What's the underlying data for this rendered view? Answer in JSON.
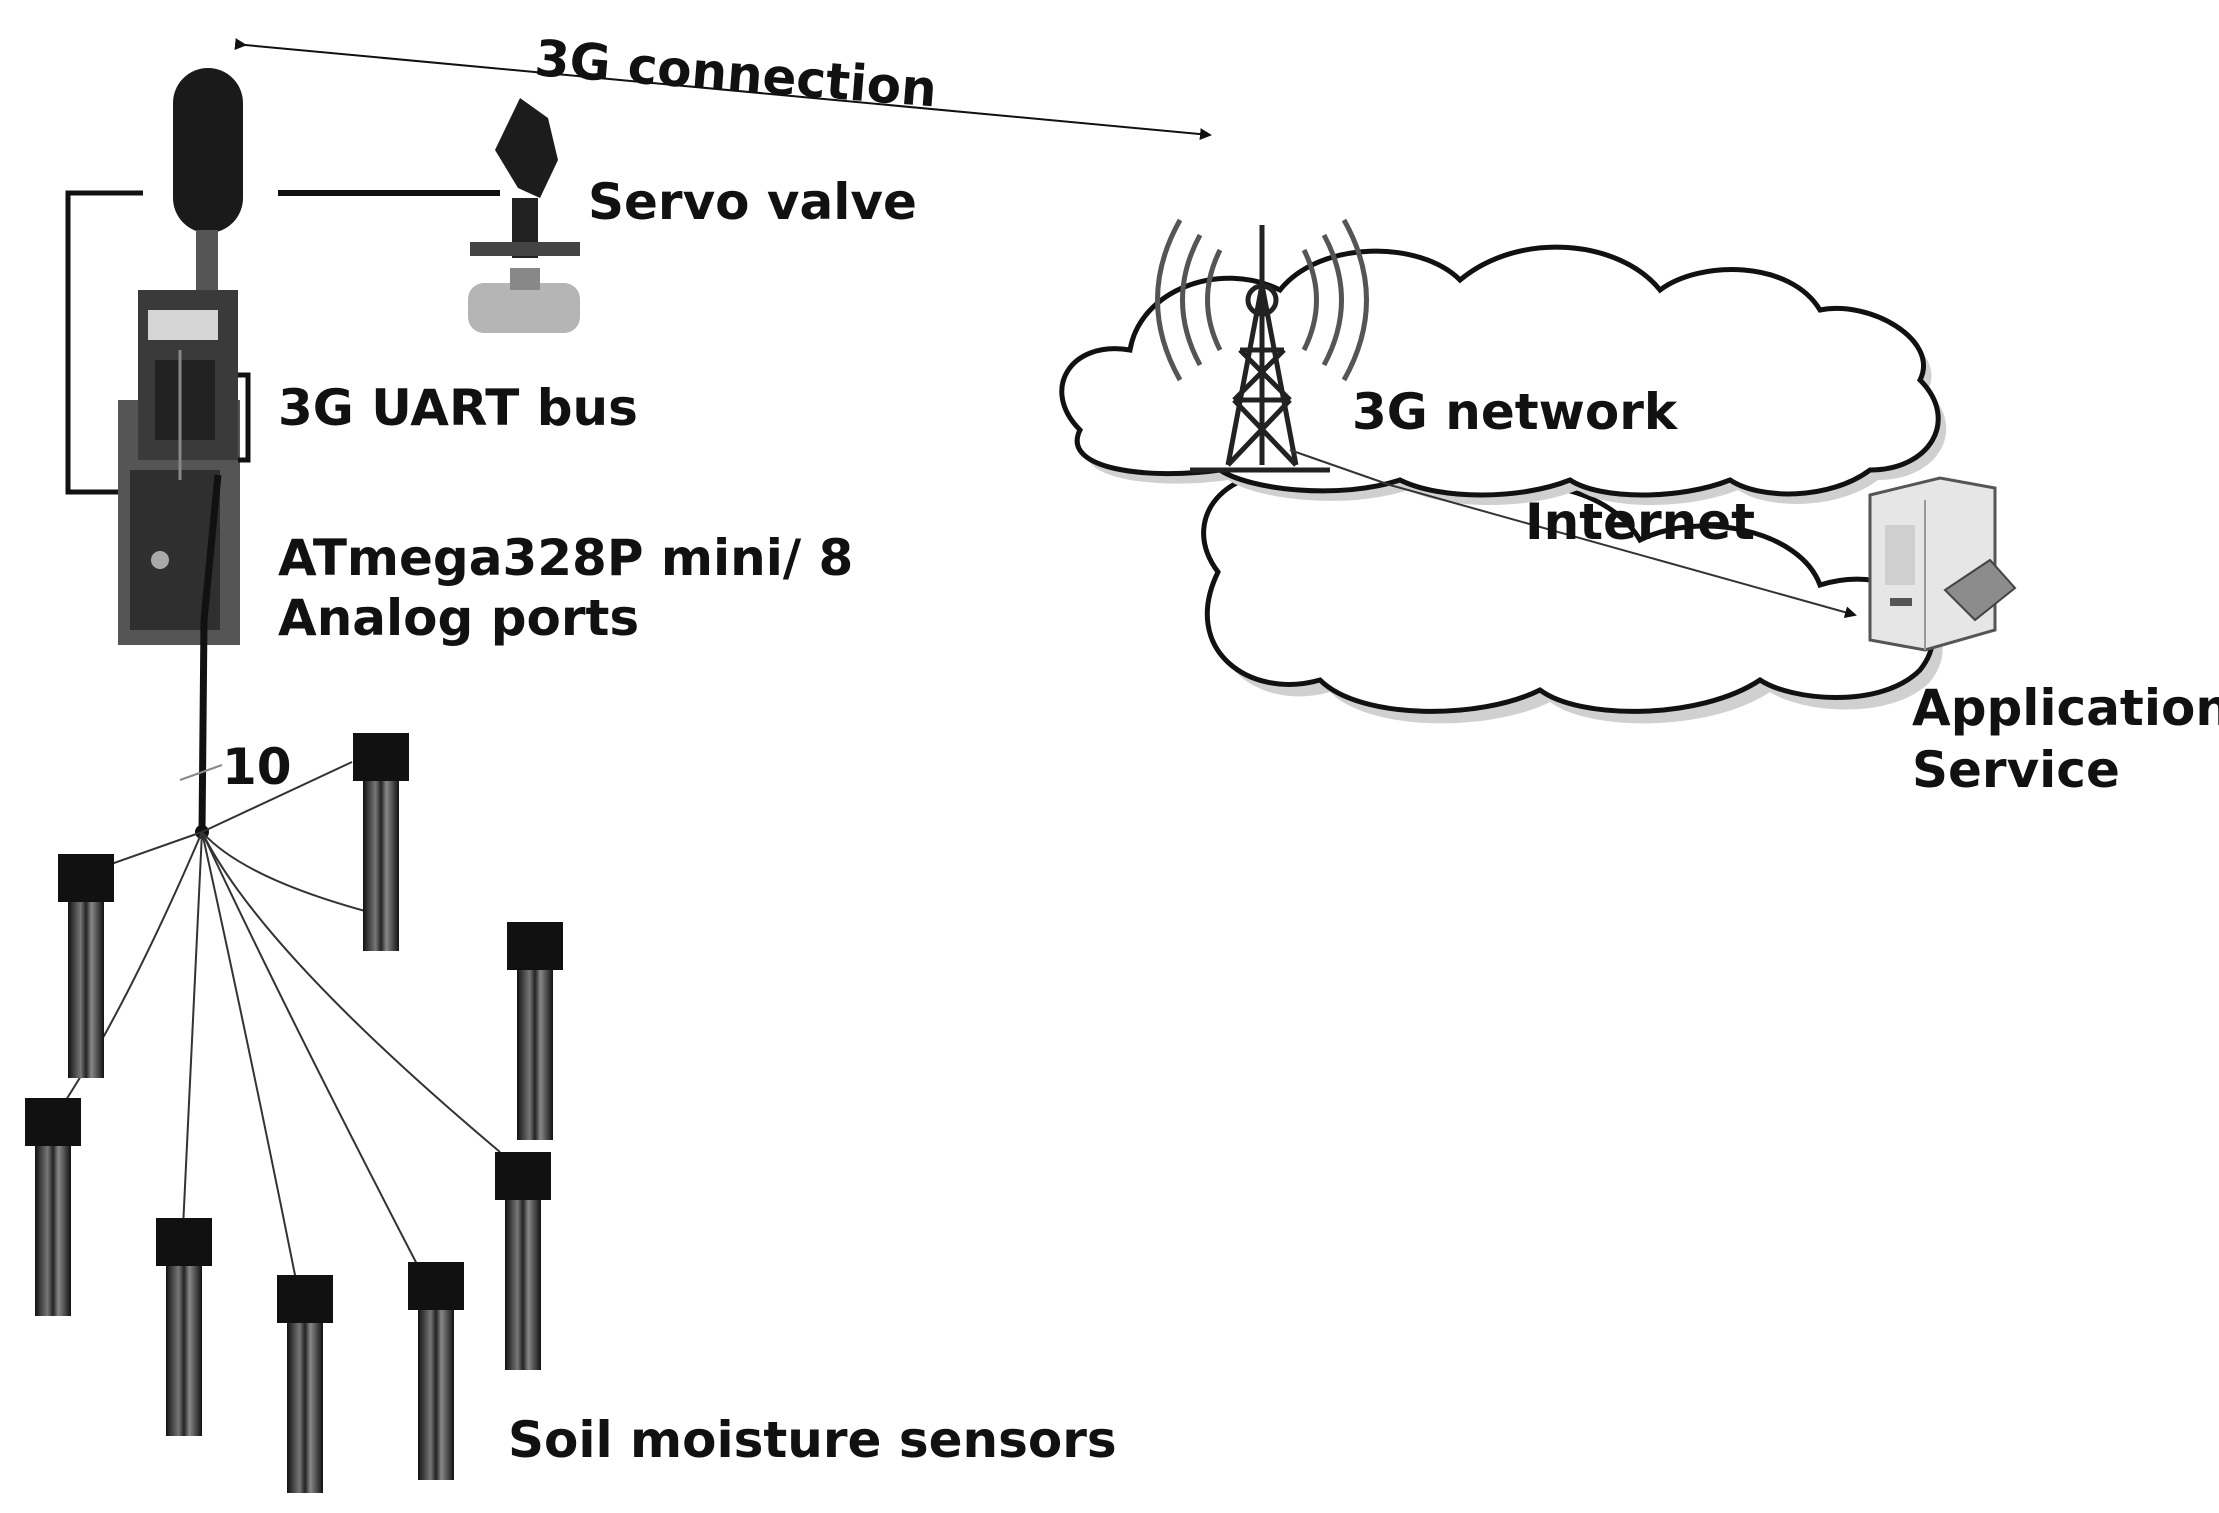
{
  "labels": {
    "connection": "3G connection",
    "servo_valve": "Servo valve",
    "uart_bus": "3G UART bus",
    "mcu_line1": "ATmega328P mini/ 8",
    "mcu_line2": "Analog ports",
    "wire_count": "10",
    "network": "3G network",
    "internet": "Internet",
    "app_line1": "Application",
    "app_line2": "Service",
    "sensors": "Soil moisture sensors"
  },
  "icons": [
    "antenna-icon",
    "servo-valve-icon",
    "microcontroller-board-icon",
    "cell-tower-icon",
    "server-icon",
    "soil-sensor-icon"
  ],
  "colors": {
    "ink": "#111111",
    "cloud_shadow": "#d0d0d0",
    "board": "#4a4a4a",
    "server": "#e6e6e6"
  }
}
